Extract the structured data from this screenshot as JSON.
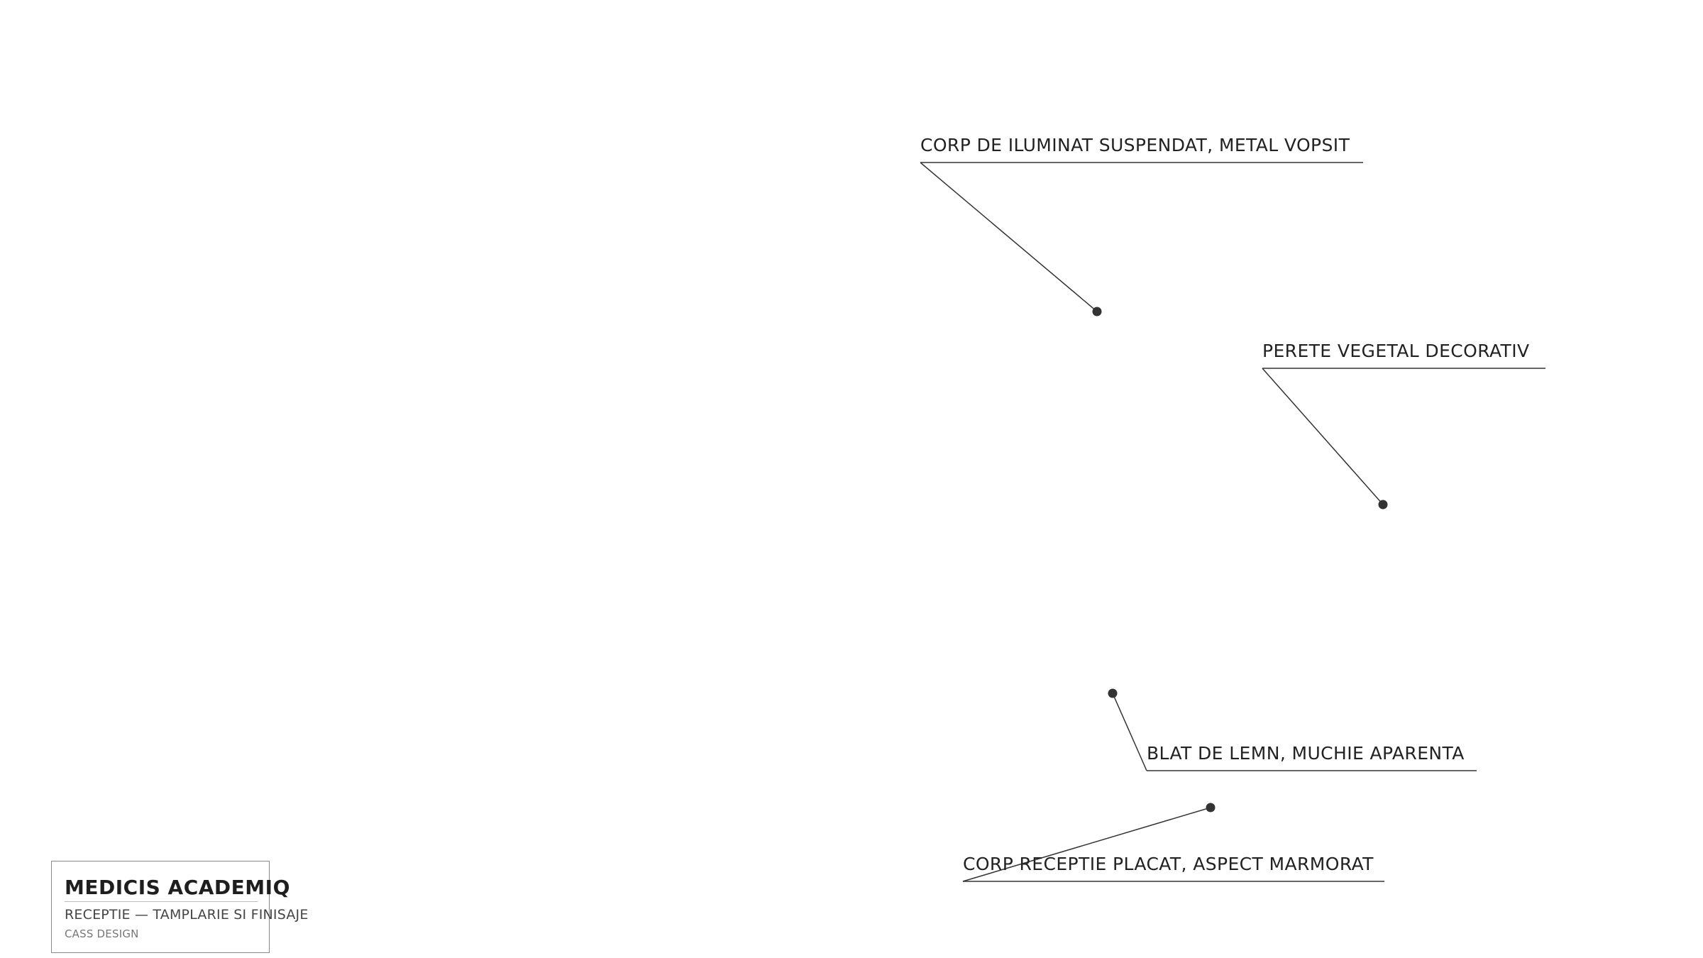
{
  "callouts": [
    {
      "id": "lighting",
      "label": "CORP DE ILUMINAT SUSPENDAT, METAL VOPSIT"
    },
    {
      "id": "green-wall",
      "label": "PERETE VEGETAL DECORATIV"
    },
    {
      "id": "worktop",
      "label": "BLAT DE LEMN, MUCHIE APARENTA"
    },
    {
      "id": "reception-desk",
      "label": "CORP RECEPTIE PLACAT, ASPECT MARMORAT"
    }
  ],
  "title_block": {
    "project": "MEDICIS ACADEMIQ",
    "sheet": "RECEPTIE — TAMPLARIE SI FINISAJE",
    "designer": "CASS DESIGN"
  },
  "colors": {
    "line": "#333333",
    "text": "#222222",
    "frame": "#8a8a8a"
  }
}
